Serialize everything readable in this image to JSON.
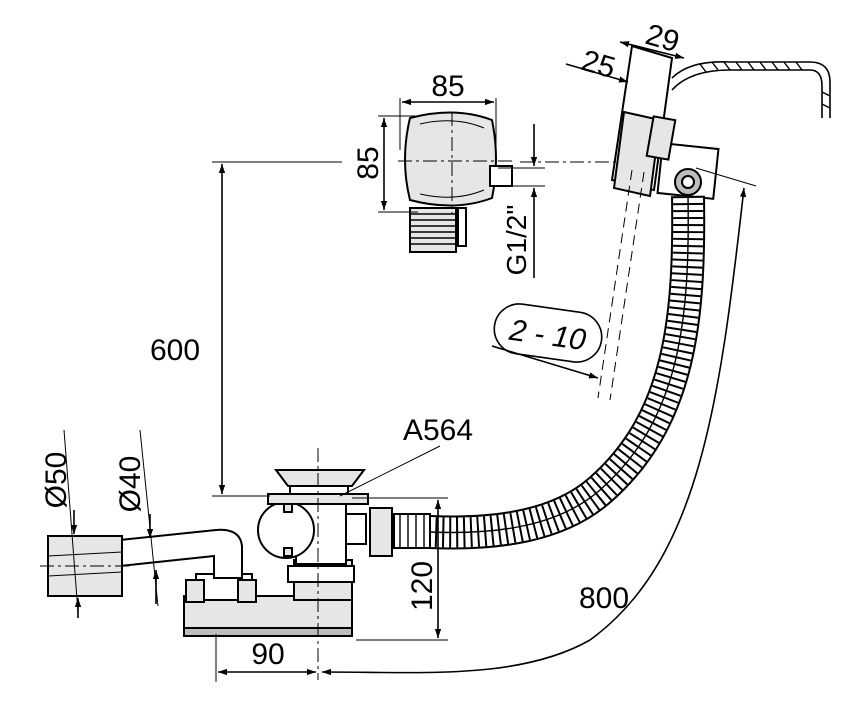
{
  "diagram": {
    "labels": {
      "width_top": "85",
      "height_top": "85",
      "thread": "G1/2\"",
      "d25": "25",
      "d29": "29",
      "range": "2 - 10",
      "height_600": "600",
      "model": "A564",
      "d50": "Ø50",
      "d40": "Ø40",
      "height_120": "120",
      "width_90": "90",
      "length_800": "800"
    }
  }
}
